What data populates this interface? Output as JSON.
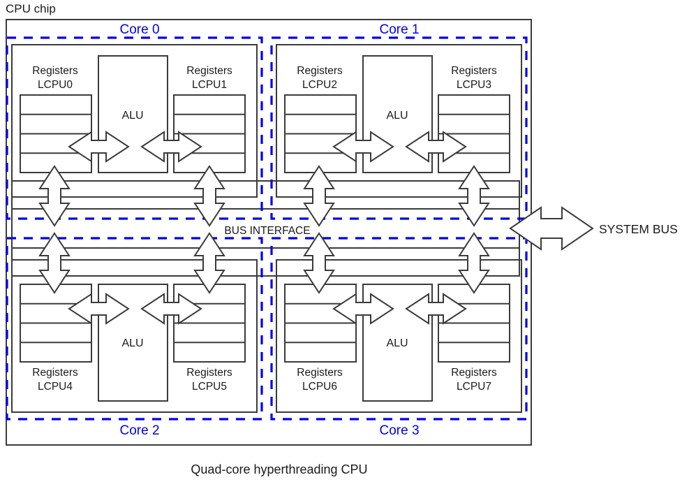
{
  "figure": {
    "chip_label": "CPU chip",
    "caption": "Quad-core hyperthreading CPU",
    "system_bus_label": "SYSTEM BUS",
    "bus_interface_label": "BUS INTERFACE",
    "alu_label": "ALU",
    "registers_label": "Registers",
    "colors": {
      "core_outline": "#0000EE",
      "core_label": "#0000EE",
      "box_outline": "#3B3B3B",
      "text": "#1A1A1A",
      "background": "#FFFFFF"
    },
    "register_rows_per_block": 4,
    "cores": [
      {
        "id": "core-0",
        "label": "Core 0",
        "label_position": "top",
        "lcpus": [
          "LCPU0",
          "LCPU1"
        ],
        "alu": "ALU"
      },
      {
        "id": "core-1",
        "label": "Core 1",
        "label_position": "top",
        "lcpus": [
          "LCPU2",
          "LCPU3"
        ],
        "alu": "ALU"
      },
      {
        "id": "core-2",
        "label": "Core 2",
        "label_position": "bottom",
        "lcpus": [
          "LCPU4",
          "LCPU5"
        ],
        "alu": "ALU"
      },
      {
        "id": "core-3",
        "label": "Core 3",
        "label_position": "bottom",
        "lcpus": [
          "LCPU6",
          "LCPU7"
        ],
        "alu": "ALU"
      }
    ]
  }
}
